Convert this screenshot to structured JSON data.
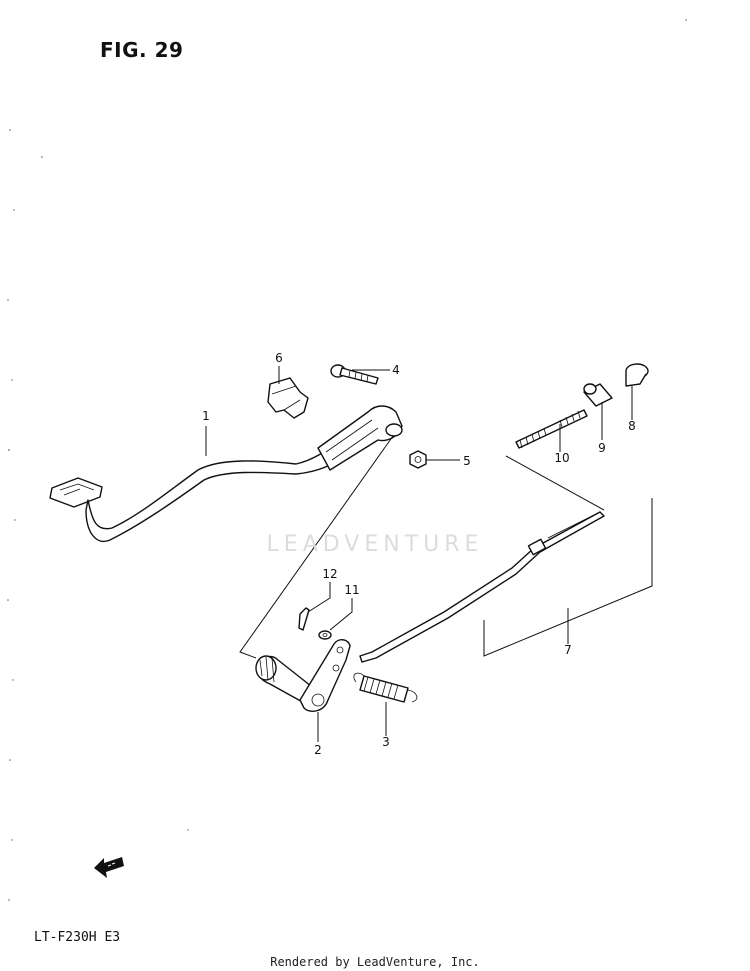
{
  "figure": {
    "title": "FIG. 29"
  },
  "model": {
    "code": "LT-F230H  E3"
  },
  "footer": {
    "text": "Rendered by LeadVenture, Inc."
  },
  "watermark": {
    "text": "LEADVENTURE",
    "color": "#dcdcdc"
  },
  "parts": {
    "brake_pedal": "1",
    "pedal_shaft_arm": "2",
    "return_spring": "3",
    "bolt": "4",
    "nut": "5",
    "pedal_stopper": "6",
    "brake_rod": "7",
    "cable_joint_pin": "8",
    "cable_joint": "9",
    "rod_adjuster_spring": "10",
    "washer": "11",
    "cotter_pin": "12"
  },
  "icons": {
    "forward_arrow": "fwd-arrow-icon"
  }
}
